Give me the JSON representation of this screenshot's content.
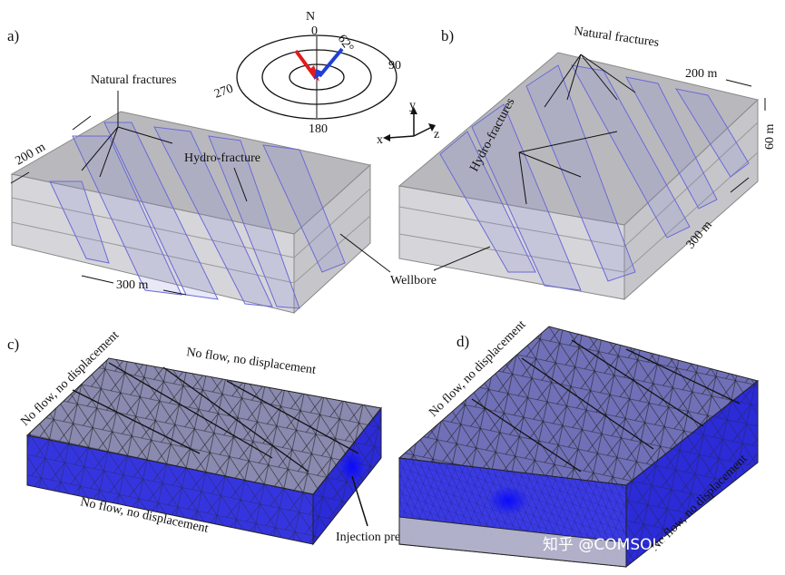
{
  "panels": {
    "a": {
      "label": "a)",
      "natural_fractures": "Natural fractures",
      "hydro_fracture": "Hydro-fracture",
      "dim_width": "200 m",
      "dim_length": "300 m"
    },
    "b": {
      "label": "b)",
      "natural_fractures": "Natural fractures",
      "hydro_fractures": "Hydro-fractures",
      "dim_width": "200 m",
      "dim_height": "60 m",
      "dim_length": "300 m"
    },
    "c": {
      "label": "c)",
      "bc_top": "No flow, no displacement",
      "bc_left": "No flow, no displacement",
      "bc_bottom": "No flow, no displacement",
      "injection": "Injection pressure"
    },
    "d": {
      "label": "d)",
      "bc_left": "No flow, no displacement",
      "bc_right": "No flow, no displacement"
    }
  },
  "wellbore": "Wellbore",
  "compass": {
    "north": "N",
    "deg_0": "0",
    "deg_90": "90",
    "deg_180": "180",
    "deg_270": "270",
    "deg_62": "62°",
    "arrow_colors": [
      "#e31a1c",
      "#1f3fd6"
    ]
  },
  "axes": {
    "x": "x",
    "y": "y",
    "z": "z"
  },
  "watermark": "知乎 @COMSOL地矿油",
  "colors": {
    "block": "#c8c8cc",
    "fracture": "#6a6ad8",
    "mesh_blue": "#2b2bd8"
  }
}
